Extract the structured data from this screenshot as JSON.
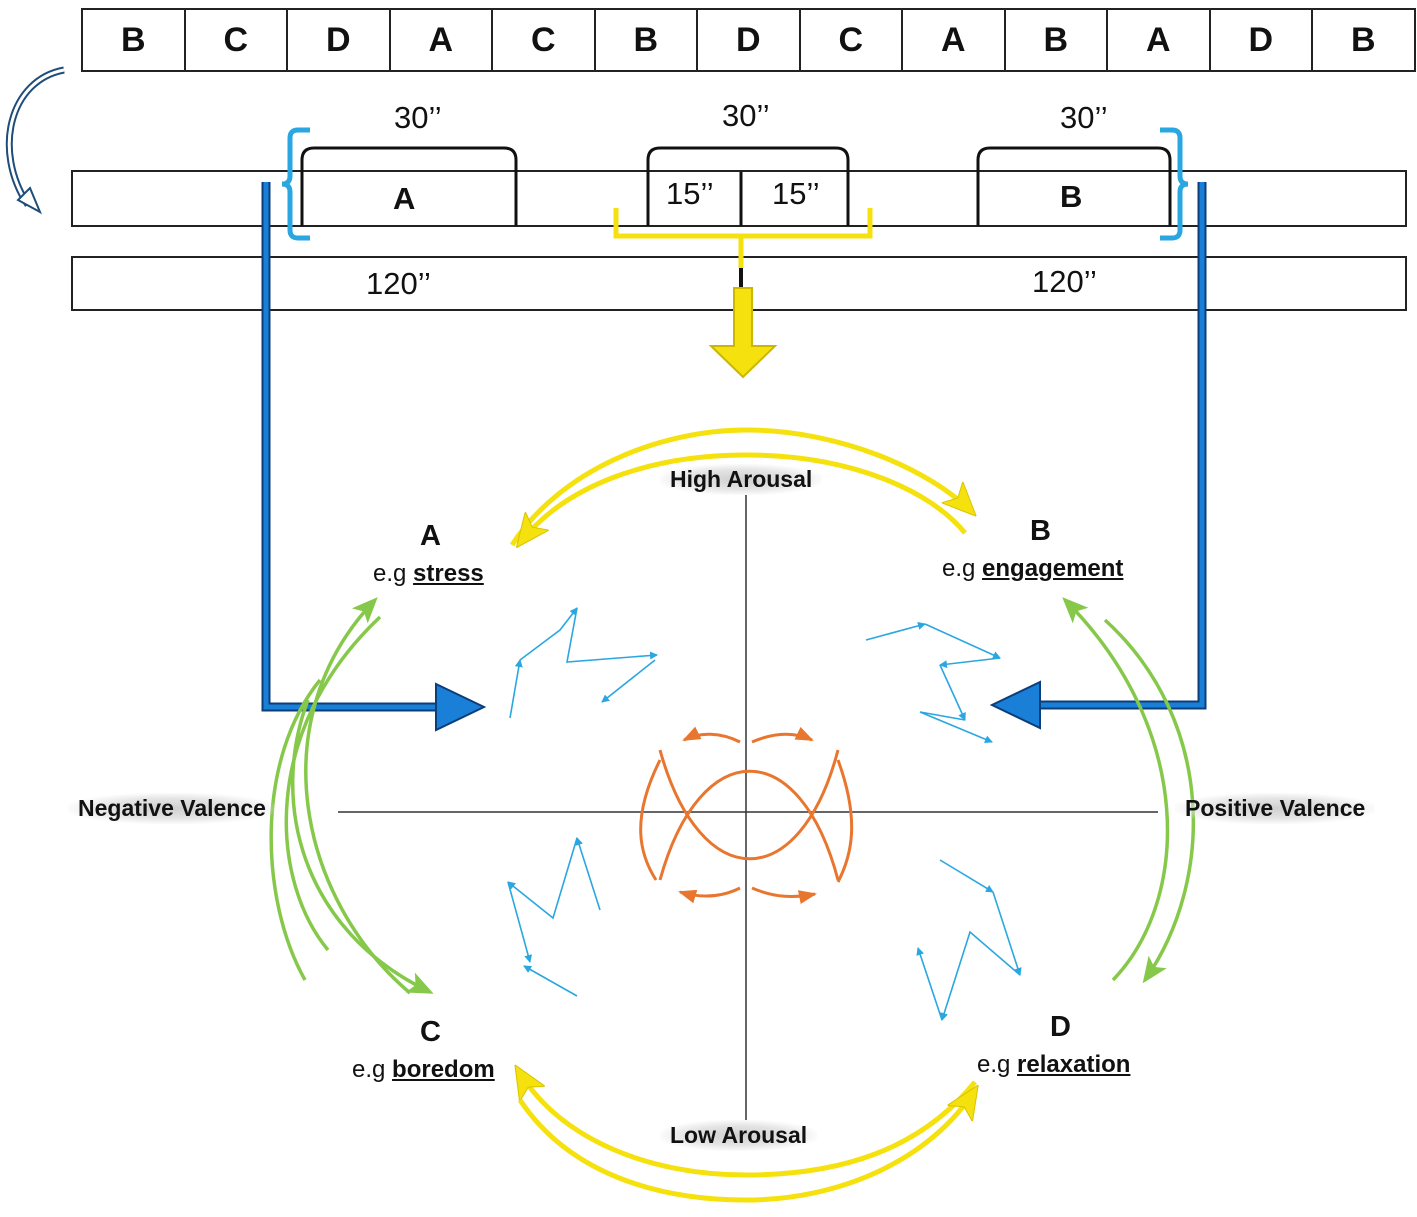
{
  "sequence": [
    "B",
    "C",
    "D",
    "A",
    "C",
    "B",
    "D",
    "C",
    "A",
    "B",
    "A",
    "D",
    "B"
  ],
  "timeline": {
    "blocks": [
      {
        "duration": "30’’",
        "label": "A"
      },
      {
        "duration": "30’’",
        "sub_durations": [
          "15’’",
          "15’’"
        ]
      },
      {
        "duration": "30’’",
        "label": "B"
      }
    ],
    "rest_left": "120’’",
    "rest_right": "120’’"
  },
  "quadrants": {
    "A": {
      "letter": "A",
      "eg_prefix": "e.g",
      "emotion": "stress"
    },
    "B": {
      "letter": "B",
      "eg_prefix": "e.g",
      "emotion": "engagement"
    },
    "C": {
      "letter": "C",
      "eg_prefix": "e.g",
      "emotion": "boredom"
    },
    "D": {
      "letter": "D",
      "eg_prefix": "e.g",
      "emotion": "relaxation"
    }
  },
  "axes": {
    "top": "High Arousal",
    "bottom": "Low Arousal",
    "left": "Negative Valence",
    "right": "Positive Valence"
  },
  "colors": {
    "blue": "#1a7fd6",
    "light_blue": "#2aa7e0",
    "yellow": "#f5e10d",
    "green": "#86c84a",
    "orange": "#e8762e"
  }
}
